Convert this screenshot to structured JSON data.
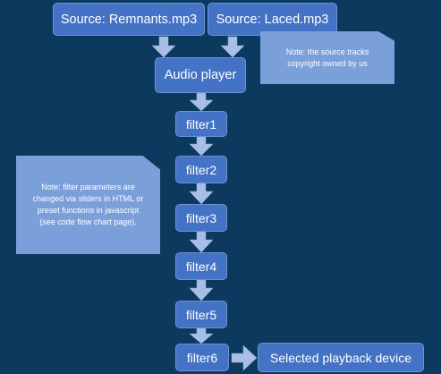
{
  "sources": [
    {
      "label": "Source: Remnants.mp3"
    },
    {
      "label": "Source: Laced.mp3"
    }
  ],
  "player": {
    "label": "Audio player"
  },
  "filters": [
    {
      "label": "filter1"
    },
    {
      "label": "filter2"
    },
    {
      "label": "filter3"
    },
    {
      "label": "filter4"
    },
    {
      "label": "filter5"
    },
    {
      "label": "filter6"
    }
  ],
  "device": {
    "label": "Selected playback device"
  },
  "notes": {
    "copyright": {
      "line1": "Note: the source tracks",
      "line2": "copyright owned by us"
    },
    "filters": {
      "line1": "Note: filter parameters are",
      "line2": "changed via sliders in HTML or",
      "line3": "preset functions in javascript",
      "line4": "(see code flow chart page)."
    }
  },
  "colors": {
    "background": "#0b3a5e",
    "box": "#4472c4",
    "note": "#7b9fd9",
    "arrow": "#a9bee6"
  }
}
